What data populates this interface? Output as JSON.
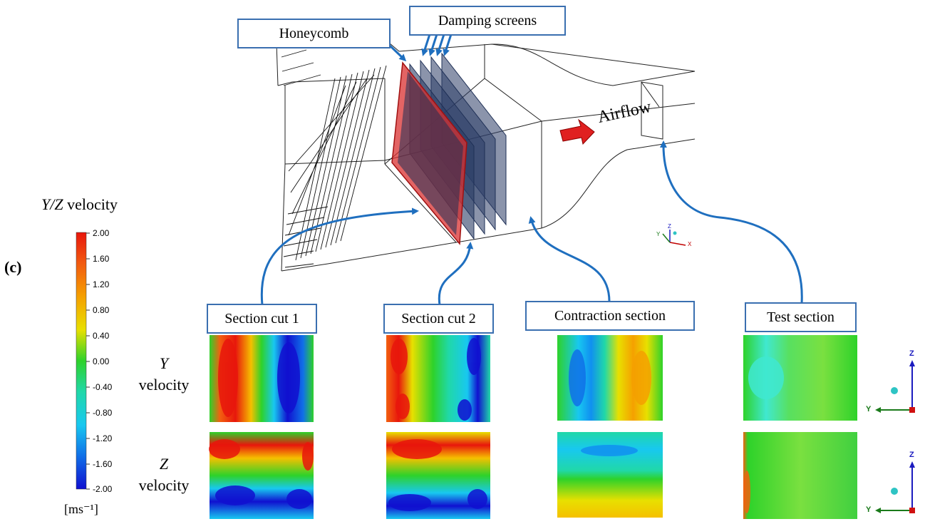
{
  "figure_label": "(c)",
  "callouts": {
    "honeycomb": "Honeycomb",
    "damping_screens": "Damping screens",
    "airflow": "Airflow",
    "section_cut_1": "Section cut 1",
    "section_cut_2": "Section cut 2",
    "contraction_section": "Contraction section",
    "test_section": "Test section"
  },
  "colorbar": {
    "title_italic": "Y/Z",
    "title_rest": " velocity",
    "unit": "[ms⁻¹]",
    "ticks": [
      "2.00",
      "1.60",
      "1.20",
      "0.80",
      "0.40",
      "0.00",
      "-0.40",
      "-0.80",
      "-1.20",
      "-1.60",
      "-2.00"
    ]
  },
  "rows": {
    "y_var": "Y",
    "y_word": "velocity",
    "z_var": "Z",
    "z_word": "velocity"
  },
  "axes": {
    "y": "Y",
    "z": "Z",
    "x": "X"
  },
  "colors": {
    "callout_border": "#3a6fb0",
    "arrow": "#1f6fbf",
    "honeycomb_plane": "#d93030",
    "screen_plane": "#1e2f55",
    "airflow_arrow": "#e02020"
  }
}
